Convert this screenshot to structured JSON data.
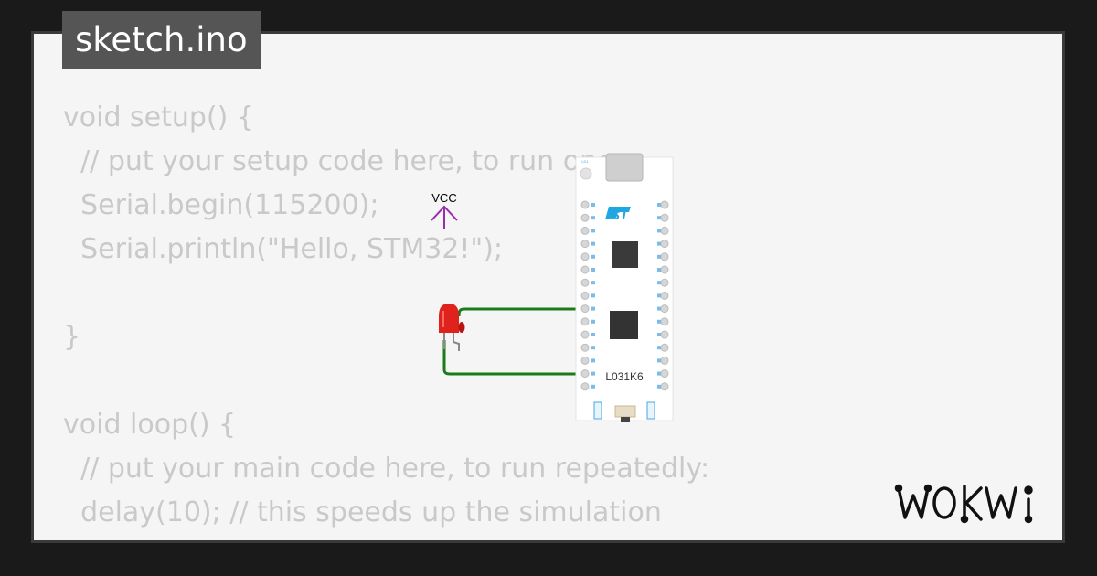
{
  "file_tab": {
    "label": "sketch.ino"
  },
  "code_lines": [
    "void setup() {",
    "  // put your setup code here, to run once:",
    "  Serial.begin(115200);",
    "  Serial.println(\"Hello, STM32!\");",
    "",
    "}",
    "",
    "void loop() {",
    "  // put your main code here, to run repeatedly:",
    "  delay(10); // this speeds up the simulation"
  ],
  "circuit": {
    "vcc_label": "VCC",
    "board_label": "L031K6",
    "wire_color": "#1b7a1b",
    "led_color": "#e0221c",
    "vcc_color": "#9b2ab0",
    "st_logo_color": "#1ea7e0"
  },
  "brand": {
    "name": "WOKWi",
    "color": "#111111"
  }
}
